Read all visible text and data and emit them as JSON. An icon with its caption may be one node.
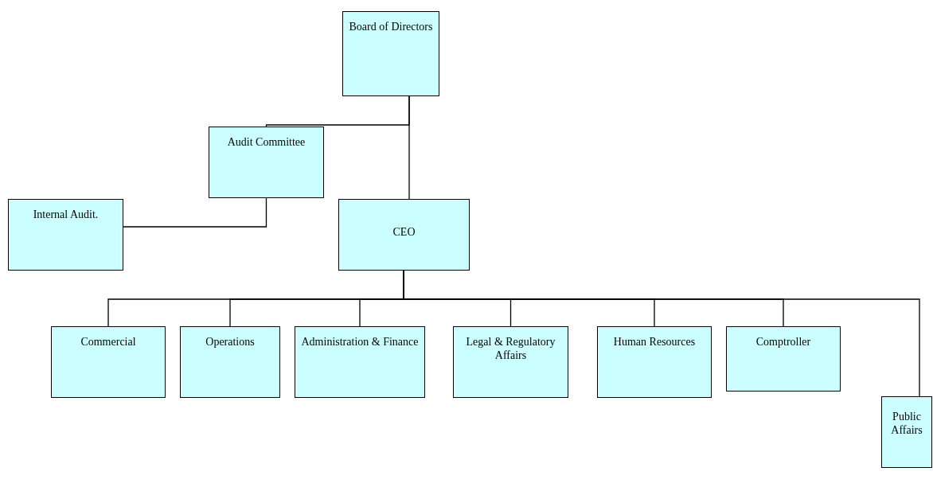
{
  "diagram": {
    "nodes": [
      {
        "text": [
          "Board of Directors"
        ]
      },
      {
        "text": [
          "Audit Committee"
        ]
      },
      {
        "text": [
          "Internal Audit."
        ]
      },
      {
        "text": [
          "CEO"
        ]
      },
      {
        "text": [
          "Commercial"
        ]
      },
      {
        "text": [
          "Operations"
        ]
      },
      {
        "text": [
          "Administration & Finance"
        ]
      },
      {
        "text": [
          "Legal & Regulatory Affairs"
        ]
      },
      {
        "text": [
          "Human Resources"
        ]
      },
      {
        "text": [
          "Comptroller"
        ]
      },
      {
        "text": [
          "Public Affairs"
        ]
      }
    ],
    "edges": [
      {
        "from": 0,
        "to": 1,
        "arrow": "none"
      },
      {
        "from": 1,
        "to": 2,
        "arrow": "none"
      },
      {
        "from": 0,
        "to": 3,
        "arrow": "none"
      },
      {
        "from": 3,
        "to": 4,
        "arrow": "none"
      },
      {
        "from": 3,
        "to": 5,
        "arrow": "none"
      },
      {
        "from": 3,
        "to": 6,
        "arrow": "none"
      },
      {
        "from": 3,
        "to": 7,
        "arrow": "none"
      },
      {
        "from": 3,
        "to": 8,
        "arrow": "none"
      },
      {
        "from": 3,
        "to": 9,
        "arrow": "none"
      },
      {
        "from": 3,
        "to": 10,
        "arrow": "none"
      }
    ]
  }
}
